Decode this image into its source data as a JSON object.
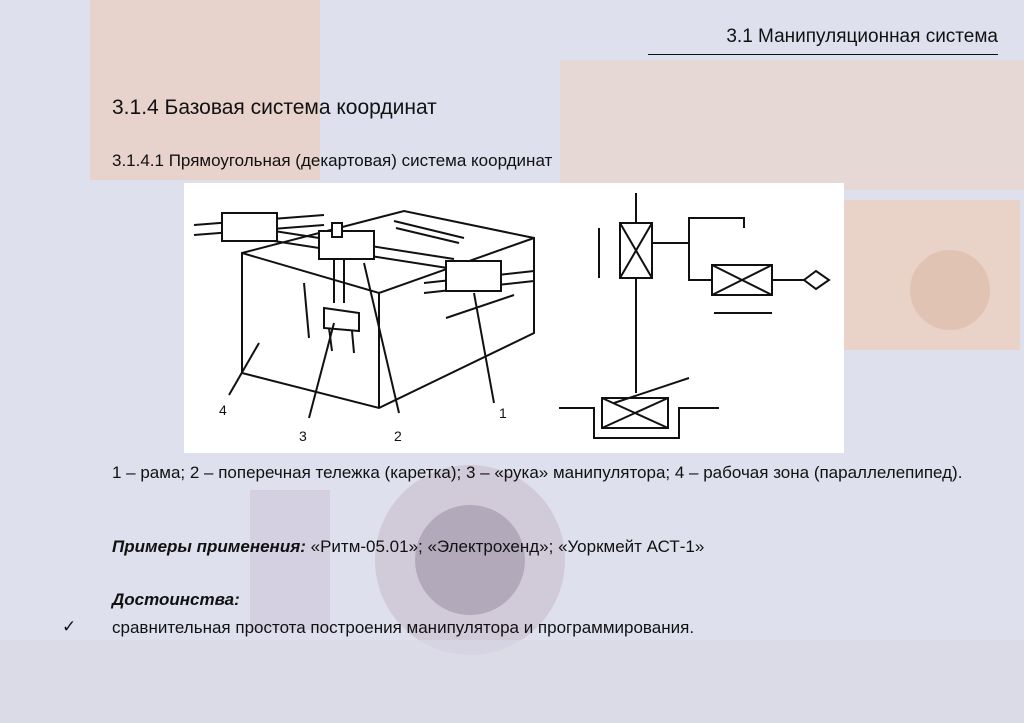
{
  "slide": {
    "section_title": "3.1 Манипуляционная система",
    "heading": "3.1.4 Базовая система координат",
    "subheading": "3.1.4.1 Прямоугольная (декартовая) система координат",
    "figure_labels": [
      "4",
      "3",
      "2",
      "1"
    ],
    "caption": "1 – рама; 2 – поперечная тележка (каретка); 3 – «рука» манипулятора; 4 – рабочая зона (параллелепипед).",
    "examples_label": "Примеры применения:",
    "examples_text": " «Ритм-05.01»; «Электрохенд»; «Уоркмейт АСТ-1»",
    "advantages_title": "Достоинства:",
    "advantages": [
      "сравнительная простота построения манипулятора и программирования."
    ],
    "check_glyph": "✓"
  },
  "colors": {
    "background": "#dfe0ee",
    "robot_orange": "#e8a070",
    "text": "#111111"
  }
}
